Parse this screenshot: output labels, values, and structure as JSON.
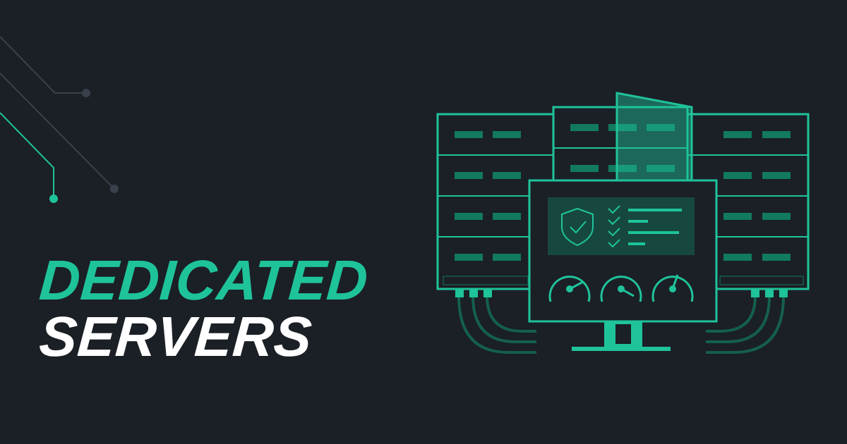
{
  "headline": {
    "line1": "DEDICATED",
    "line2": "SERVERS"
  },
  "colors": {
    "background": "#1b1f26",
    "accent": "#1fc39a",
    "accent_dim": "#117a60",
    "text_primary": "#ffffff",
    "circuit_gray": "#3a414c"
  },
  "illustration": {
    "icons": [
      "server-rack-icon",
      "monitor-icon",
      "shield-check-icon",
      "checklist-icon",
      "speedometer-icon",
      "document-icon",
      "cable-icon"
    ],
    "gauges": 3,
    "checklist_items": 4
  }
}
